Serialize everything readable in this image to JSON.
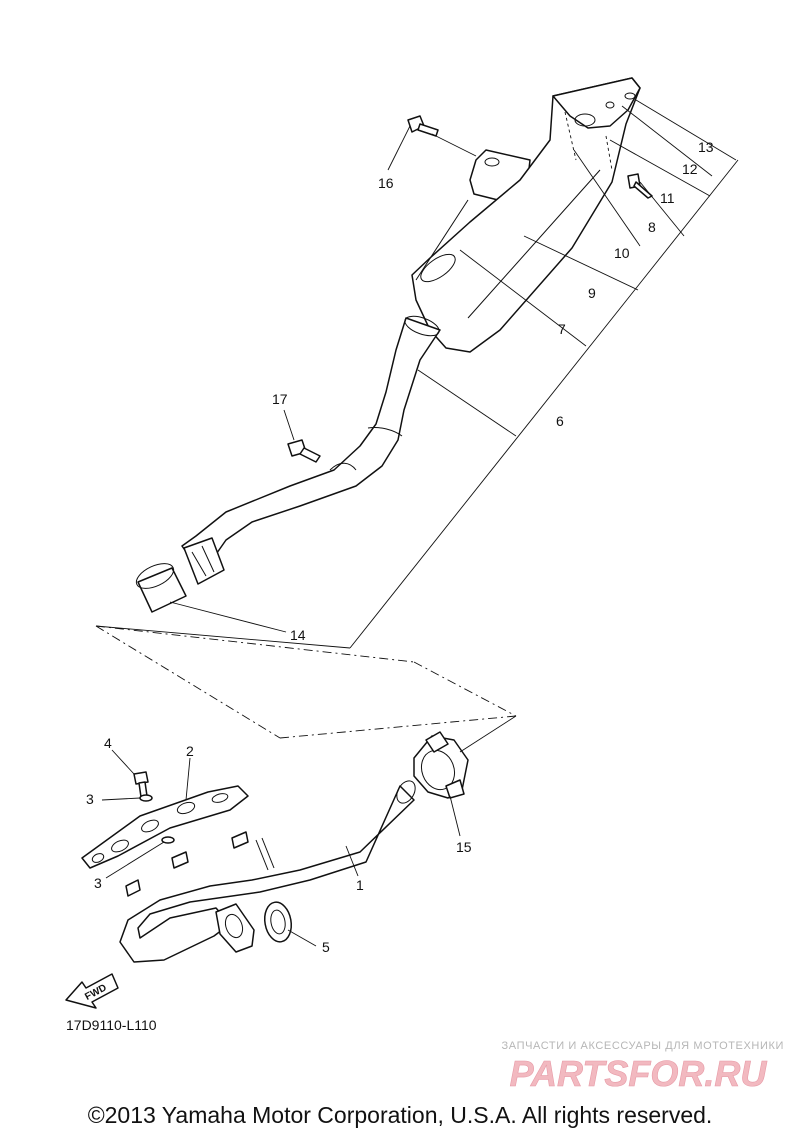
{
  "callouts": {
    "c1": "1",
    "c2": "2",
    "c3a": "3",
    "c3b": "3",
    "c4": "4",
    "c5": "5",
    "c6": "6",
    "c7": "7",
    "c8": "8",
    "c9": "9",
    "c10": "10",
    "c11": "11",
    "c12": "12",
    "c13": "13",
    "c14": "14",
    "c15": "15",
    "c16": "16",
    "c17": "17"
  },
  "fwd_label": "FWD",
  "diagram_code": "17D9110-L110",
  "watermark": {
    "tagline": "ЗАПЧАСТИ И АКСЕССУАРЫ ДЛЯ МОТОТЕХНИКИ",
    "logo_text": "PARTSFOR.RU",
    "logo_color": "#f2b9c0"
  },
  "copyright": "©2013 Yamaha Motor Corporation, U.S.A. All rights reserved."
}
